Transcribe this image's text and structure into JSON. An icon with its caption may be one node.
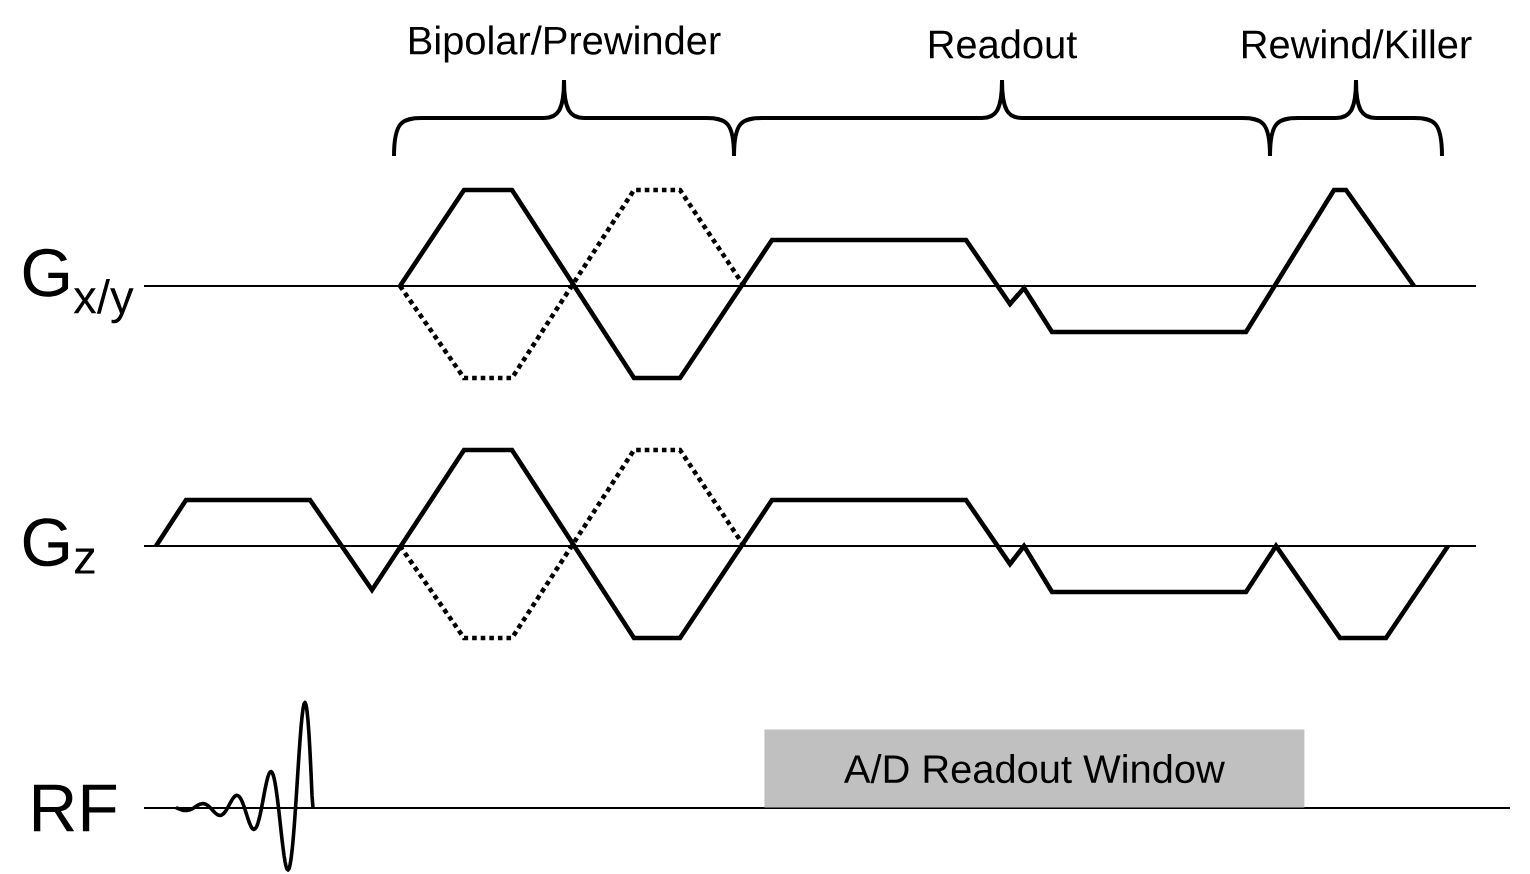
{
  "diagram": {
    "nodes": [
      {
        "text": [
          "A/D Readout Window"
        ]
      }
    ],
    "labels": [
      "Bipolar/Prewinder",
      "Readout",
      "Rewind/Killer",
      "G$_{x/y}$",
      "G$_{z}$",
      "RF"
    ]
  }
}
